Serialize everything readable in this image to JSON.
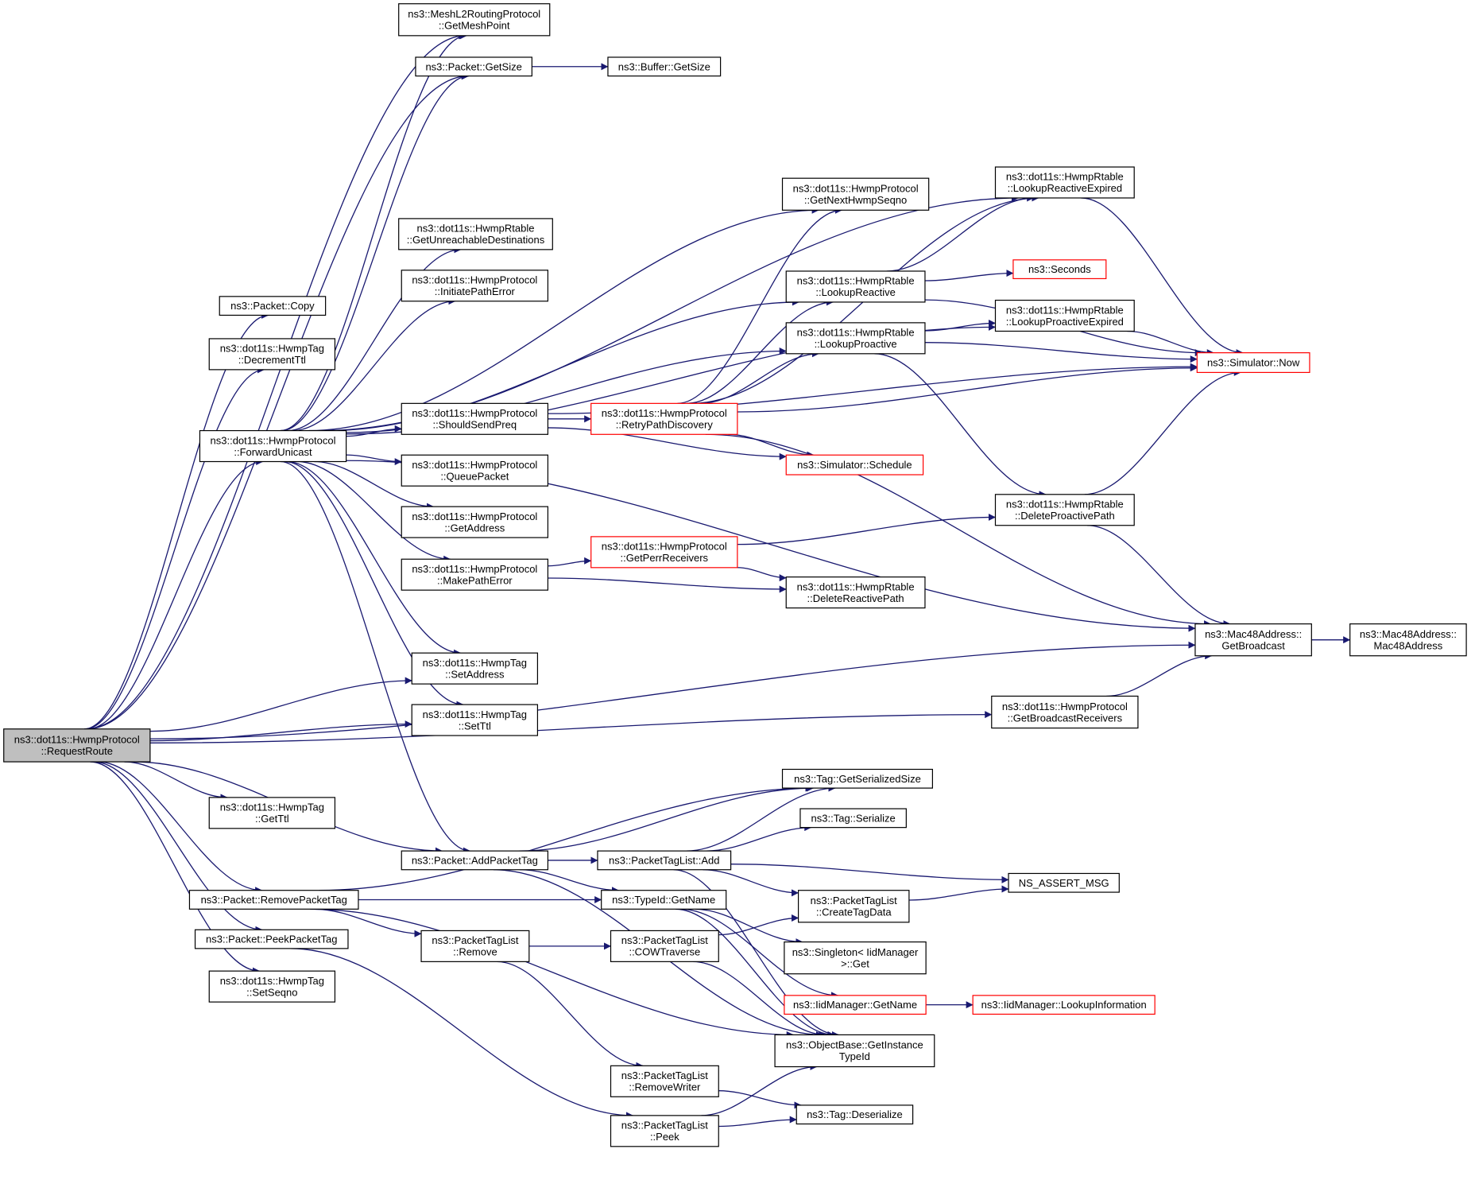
{
  "diagram": {
    "type": "call-graph",
    "colors": {
      "edge": "#191970",
      "root_fill": "#bfbfbf",
      "node_border": "#000000",
      "truncated_border": "#ff0000",
      "background": "#ffffff"
    },
    "nodes": [
      {
        "id": "RequestRoute",
        "lines": [
          "ns3::dot11s::HwmpProtocol",
          "::RequestRoute"
        ],
        "style": "root"
      },
      {
        "id": "GetMeshPoint",
        "lines": [
          "ns3::MeshL2RoutingProtocol",
          "::GetMeshPoint"
        ]
      },
      {
        "id": "PacketGetSize",
        "lines": [
          "ns3::Packet::GetSize"
        ]
      },
      {
        "id": "BufferGetSize",
        "lines": [
          "ns3::Buffer::GetSize"
        ]
      },
      {
        "id": "GetUnreachableDestinations",
        "lines": [
          "ns3::dot11s::HwmpRtable",
          "::GetUnreachableDestinations"
        ]
      },
      {
        "id": "InitiatePathError",
        "lines": [
          "ns3::dot11s::HwmpProtocol",
          "::InitiatePathError"
        ]
      },
      {
        "id": "PacketCopy",
        "lines": [
          "ns3::Packet::Copy"
        ]
      },
      {
        "id": "DecrementTtl",
        "lines": [
          "ns3::dot11s::HwmpTag",
          "::DecrementTtl"
        ]
      },
      {
        "id": "ForwardUnicast",
        "lines": [
          "ns3::dot11s::HwmpProtocol",
          "::ForwardUnicast"
        ]
      },
      {
        "id": "ShouldSendPreq",
        "lines": [
          "ns3::dot11s::HwmpProtocol",
          "::ShouldSendPreq"
        ]
      },
      {
        "id": "QueuePacket",
        "lines": [
          "ns3::dot11s::HwmpProtocol",
          "::QueuePacket"
        ]
      },
      {
        "id": "GetAddress",
        "lines": [
          "ns3::dot11s::HwmpProtocol",
          "::GetAddress"
        ]
      },
      {
        "id": "MakePathError",
        "lines": [
          "ns3::dot11s::HwmpProtocol",
          "::MakePathError"
        ]
      },
      {
        "id": "SetAddress",
        "lines": [
          "ns3::dot11s::HwmpTag",
          "::SetAddress"
        ]
      },
      {
        "id": "SetTtl",
        "lines": [
          "ns3::dot11s::HwmpTag",
          "::SetTtl"
        ]
      },
      {
        "id": "GetTtl",
        "lines": [
          "ns3::dot11s::HwmpTag",
          "::GetTtl"
        ]
      },
      {
        "id": "AddPacketTag",
        "lines": [
          "ns3::Packet::AddPacketTag"
        ]
      },
      {
        "id": "RemovePacketTag",
        "lines": [
          "ns3::Packet::RemovePacketTag"
        ]
      },
      {
        "id": "PeekPacketTag",
        "lines": [
          "ns3::Packet::PeekPacketTag"
        ]
      },
      {
        "id": "SetSeqno",
        "lines": [
          "ns3::dot11s::HwmpTag",
          "::SetSeqno"
        ]
      },
      {
        "id": "GetNextHwmpSeqno",
        "lines": [
          "ns3::dot11s::HwmpProtocol",
          "::GetNextHwmpSeqno"
        ]
      },
      {
        "id": "LookupReactive",
        "lines": [
          "ns3::dot11s::HwmpRtable",
          "::LookupReactive"
        ]
      },
      {
        "id": "LookupProactive",
        "lines": [
          "ns3::dot11s::HwmpRtable",
          "::LookupProactive"
        ]
      },
      {
        "id": "RetryPathDiscovery",
        "lines": [
          "ns3::dot11s::HwmpProtocol",
          "::RetryPathDiscovery"
        ],
        "style": "truncated"
      },
      {
        "id": "SimulatorSchedule",
        "lines": [
          "ns3::Simulator::Schedule"
        ],
        "style": "truncated"
      },
      {
        "id": "GetPerrReceivers",
        "lines": [
          "ns3::dot11s::HwmpProtocol",
          "::GetPerrReceivers"
        ],
        "style": "truncated"
      },
      {
        "id": "DeleteReactivePath",
        "lines": [
          "ns3::dot11s::HwmpRtable",
          "::DeleteReactivePath"
        ]
      },
      {
        "id": "LookupReactiveExpired",
        "lines": [
          "ns3::dot11s::HwmpRtable",
          "::LookupReactiveExpired"
        ]
      },
      {
        "id": "Seconds",
        "lines": [
          "ns3::Seconds"
        ],
        "style": "truncated"
      },
      {
        "id": "LookupProactiveExpired",
        "lines": [
          "ns3::dot11s::HwmpRtable",
          "::LookupProactiveExpired"
        ]
      },
      {
        "id": "SimulatorNow",
        "lines": [
          "ns3::Simulator::Now"
        ],
        "style": "truncated"
      },
      {
        "id": "DeleteProactivePath",
        "lines": [
          "ns3::dot11s::HwmpRtable",
          "::DeleteProactivePath"
        ]
      },
      {
        "id": "GetBroadcast",
        "lines": [
          "ns3::Mac48Address::",
          "GetBroadcast"
        ]
      },
      {
        "id": "Mac48Address",
        "lines": [
          "ns3::Mac48Address::",
          "Mac48Address"
        ]
      },
      {
        "id": "GetBroadcastReceivers",
        "lines": [
          "ns3::dot11s::HwmpProtocol",
          "::GetBroadcastReceivers"
        ]
      },
      {
        "id": "TagGetSerializedSize",
        "lines": [
          "ns3::Tag::GetSerializedSize"
        ]
      },
      {
        "id": "TagSerialize",
        "lines": [
          "ns3::Tag::Serialize"
        ]
      },
      {
        "id": "PacketTagListAdd",
        "lines": [
          "ns3::PacketTagList::Add"
        ]
      },
      {
        "id": "TypeIdGetName",
        "lines": [
          "ns3::TypeId::GetName"
        ]
      },
      {
        "id": "CreateTagData",
        "lines": [
          "ns3::PacketTagList",
          "::CreateTagData"
        ]
      },
      {
        "id": "NS_ASSERT_MSG",
        "lines": [
          "NS_ASSERT_MSG"
        ]
      },
      {
        "id": "PacketTagListRemove",
        "lines": [
          "ns3::PacketTagList",
          "::Remove"
        ]
      },
      {
        "id": "COWTraverse",
        "lines": [
          "ns3::PacketTagList",
          "::COWTraverse"
        ]
      },
      {
        "id": "SingletonGet",
        "lines": [
          "ns3::Singleton< IidManager",
          ">::Get"
        ]
      },
      {
        "id": "IidManagerGetName",
        "lines": [
          "ns3::IidManager::GetName"
        ],
        "style": "truncated"
      },
      {
        "id": "LookupInformation",
        "lines": [
          "ns3::IidManager::LookupInformation"
        ],
        "style": "truncated"
      },
      {
        "id": "GetInstanceTypeId",
        "lines": [
          "ns3::ObjectBase::GetInstance",
          "TypeId"
        ]
      },
      {
        "id": "RemoveWriter",
        "lines": [
          "ns3::PacketTagList",
          "::RemoveWriter"
        ]
      },
      {
        "id": "PacketTagListPeek",
        "lines": [
          "ns3::PacketTagList",
          "::Peek"
        ]
      },
      {
        "id": "TagDeserialize",
        "lines": [
          "ns3::Tag::Deserialize"
        ]
      }
    ],
    "edges": [
      {
        "from": "RequestRoute",
        "to": "GetMeshPoint"
      },
      {
        "from": "RequestRoute",
        "to": "PacketGetSize"
      },
      {
        "from": "RequestRoute",
        "to": "PacketCopy"
      },
      {
        "from": "RequestRoute",
        "to": "DecrementTtl"
      },
      {
        "from": "RequestRoute",
        "to": "ForwardUnicast"
      },
      {
        "from": "RequestRoute",
        "to": "SetAddress"
      },
      {
        "from": "RequestRoute",
        "to": "SetTtl"
      },
      {
        "from": "RequestRoute",
        "to": "GetBroadcastReceivers"
      },
      {
        "from": "RequestRoute",
        "to": "GetTtl"
      },
      {
        "from": "RequestRoute",
        "to": "AddPacketTag"
      },
      {
        "from": "RequestRoute",
        "to": "RemovePacketTag"
      },
      {
        "from": "RequestRoute",
        "to": "PeekPacketTag"
      },
      {
        "from": "RequestRoute",
        "to": "SetSeqno"
      },
      {
        "from": "RequestRoute",
        "to": "GetBroadcast"
      },
      {
        "from": "ForwardUnicast",
        "to": "GetMeshPoint"
      },
      {
        "from": "ForwardUnicast",
        "to": "PacketGetSize"
      },
      {
        "from": "ForwardUnicast",
        "to": "LookupReactiveExpired"
      },
      {
        "from": "ForwardUnicast",
        "to": "LookupProactiveExpired"
      },
      {
        "from": "ForwardUnicast",
        "to": "GetNextHwmpSeqno"
      },
      {
        "from": "ForwardUnicast",
        "to": "GetUnreachableDestinations"
      },
      {
        "from": "ForwardUnicast",
        "to": "InitiatePathError"
      },
      {
        "from": "ForwardUnicast",
        "to": "LookupReactive"
      },
      {
        "from": "ForwardUnicast",
        "to": "LookupProactive"
      },
      {
        "from": "ForwardUnicast",
        "to": "ShouldSendPreq"
      },
      {
        "from": "ForwardUnicast",
        "to": "QueuePacket"
      },
      {
        "from": "ForwardUnicast",
        "to": "GetAddress"
      },
      {
        "from": "ForwardUnicast",
        "to": "MakePathError"
      },
      {
        "from": "ForwardUnicast",
        "to": "GetBroadcast"
      },
      {
        "from": "ForwardUnicast",
        "to": "SetAddress"
      },
      {
        "from": "ForwardUnicast",
        "to": "SetTtl"
      },
      {
        "from": "ForwardUnicast",
        "to": "AddPacketTag"
      },
      {
        "from": "PacketGetSize",
        "to": "BufferGetSize"
      },
      {
        "from": "ShouldSendPreq",
        "to": "RetryPathDiscovery"
      },
      {
        "from": "ShouldSendPreq",
        "to": "SimulatorSchedule"
      },
      {
        "from": "ShouldSendPreq",
        "to": "SimulatorNow"
      },
      {
        "from": "RetryPathDiscovery",
        "to": "GetNextHwmpSeqno"
      },
      {
        "from": "RetryPathDiscovery",
        "to": "LookupReactiveExpired"
      },
      {
        "from": "RetryPathDiscovery",
        "to": "LookupReactive"
      },
      {
        "from": "RetryPathDiscovery",
        "to": "LookupProactive"
      },
      {
        "from": "RetryPathDiscovery",
        "to": "SimulatorNow"
      },
      {
        "from": "RetryPathDiscovery",
        "to": "SimulatorSchedule"
      },
      {
        "from": "RetryPathDiscovery",
        "to": "GetBroadcast"
      },
      {
        "from": "LookupReactive",
        "to": "LookupReactiveExpired"
      },
      {
        "from": "LookupReactive",
        "to": "Seconds"
      },
      {
        "from": "LookupReactive",
        "to": "SimulatorNow"
      },
      {
        "from": "LookupProactive",
        "to": "LookupProactiveExpired"
      },
      {
        "from": "LookupProactive",
        "to": "SimulatorNow"
      },
      {
        "from": "LookupProactive",
        "to": "DeleteProactivePath"
      },
      {
        "from": "LookupReactiveExpired",
        "to": "SimulatorNow"
      },
      {
        "from": "LookupProactiveExpired",
        "to": "SimulatorNow"
      },
      {
        "from": "MakePathError",
        "to": "GetPerrReceivers"
      },
      {
        "from": "MakePathError",
        "to": "DeleteReactivePath"
      },
      {
        "from": "GetPerrReceivers",
        "to": "DeleteProactivePath"
      },
      {
        "from": "GetPerrReceivers",
        "to": "DeleteReactivePath"
      },
      {
        "from": "DeleteProactivePath",
        "to": "SimulatorNow"
      },
      {
        "from": "DeleteProactivePath",
        "to": "GetBroadcast"
      },
      {
        "from": "GetBroadcast",
        "to": "Mac48Address"
      },
      {
        "from": "GetBroadcastReceivers",
        "to": "GetBroadcast"
      },
      {
        "from": "AddPacketTag",
        "to": "TagGetSerializedSize"
      },
      {
        "from": "AddPacketTag",
        "to": "PacketTagListAdd"
      },
      {
        "from": "AddPacketTag",
        "to": "TypeIdGetName"
      },
      {
        "from": "AddPacketTag",
        "to": "GetInstanceTypeId"
      },
      {
        "from": "RemovePacketTag",
        "to": "TagGetSerializedSize"
      },
      {
        "from": "RemovePacketTag",
        "to": "TypeIdGetName"
      },
      {
        "from": "RemovePacketTag",
        "to": "PacketTagListRemove"
      },
      {
        "from": "RemovePacketTag",
        "to": "GetInstanceTypeId"
      },
      {
        "from": "PeekPacketTag",
        "to": "PacketTagListPeek"
      },
      {
        "from": "PacketTagListAdd",
        "to": "TagGetSerializedSize"
      },
      {
        "from": "PacketTagListAdd",
        "to": "TagSerialize"
      },
      {
        "from": "PacketTagListAdd",
        "to": "NS_ASSERT_MSG"
      },
      {
        "from": "PacketTagListAdd",
        "to": "CreateTagData"
      },
      {
        "from": "PacketTagListAdd",
        "to": "GetInstanceTypeId"
      },
      {
        "from": "TypeIdGetName",
        "to": "SingletonGet"
      },
      {
        "from": "TypeIdGetName",
        "to": "IidManagerGetName"
      },
      {
        "from": "TypeIdGetName",
        "to": "GetInstanceTypeId"
      },
      {
        "from": "CreateTagData",
        "to": "NS_ASSERT_MSG"
      },
      {
        "from": "PacketTagListRemove",
        "to": "COWTraverse"
      },
      {
        "from": "PacketTagListRemove",
        "to": "RemoveWriter"
      },
      {
        "from": "COWTraverse",
        "to": "CreateTagData"
      },
      {
        "from": "COWTraverse",
        "to": "GetInstanceTypeId"
      },
      {
        "from": "IidManagerGetName",
        "to": "LookupInformation"
      },
      {
        "from": "RemoveWriter",
        "to": "TagDeserialize"
      },
      {
        "from": "PacketTagListPeek",
        "to": "TagDeserialize"
      },
      {
        "from": "PacketTagListPeek",
        "to": "GetInstanceTypeId"
      }
    ]
  }
}
